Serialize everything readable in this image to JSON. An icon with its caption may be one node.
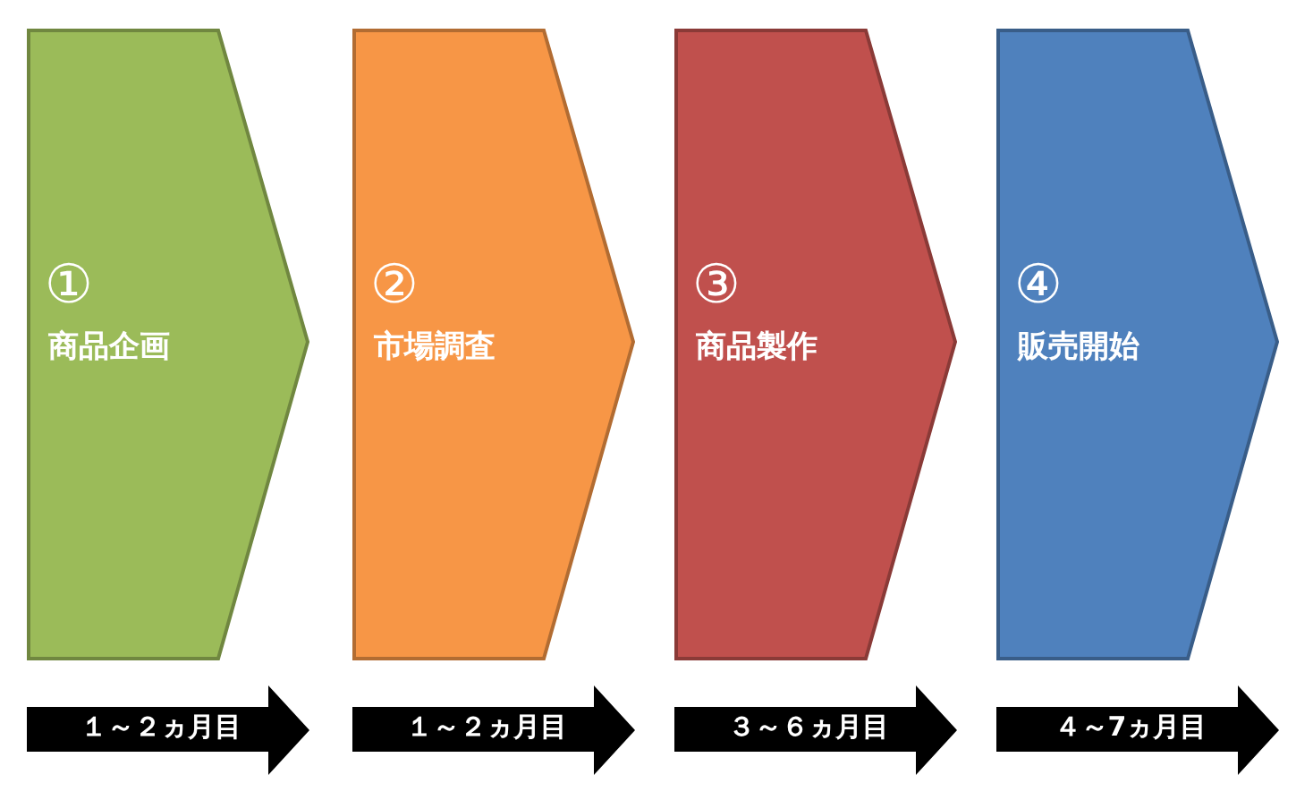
{
  "diagram": {
    "nodes": [
      {
        "text": [
          "①",
          "商品企画"
        ]
      },
      {
        "text": [
          "②",
          "市場調査"
        ]
      },
      {
        "text": [
          "③",
          "商品製作"
        ]
      },
      {
        "text": [
          "④",
          "販売開始"
        ]
      },
      {
        "text": [
          "１～２ヵ月目"
        ]
      },
      {
        "text": [
          "１～２ヵ月目"
        ]
      },
      {
        "text": [
          "３～６ヵ月目"
        ]
      },
      {
        "text": [
          "４～7ヵ月目"
        ]
      }
    ]
  }
}
